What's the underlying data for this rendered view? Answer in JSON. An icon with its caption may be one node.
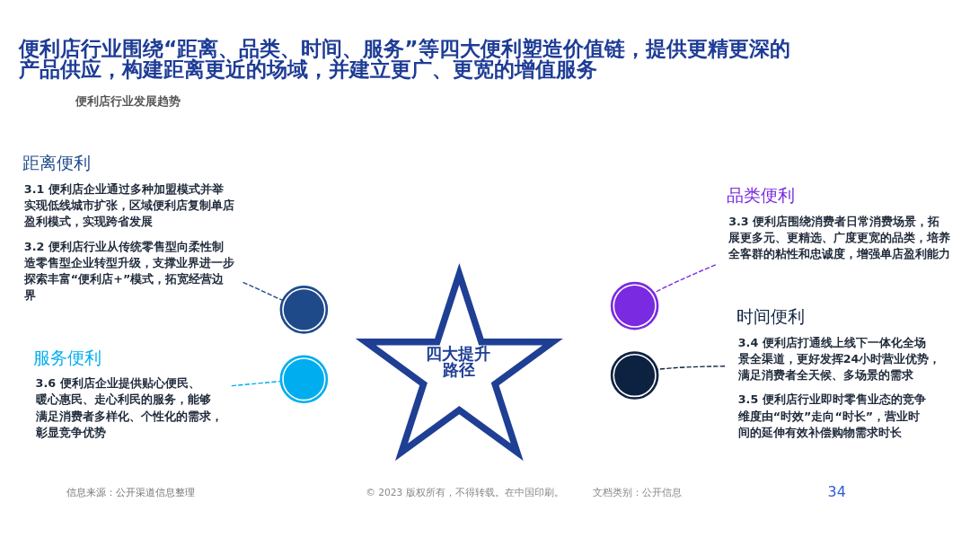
{
  "diagram": {
    "title": "便利店行业围绕“距离、品类、时间、服务”等四大便利塑造价值链，提供更精更深的产品供应，构建距离更近的场域，并建立更广、更宽的增值服务",
    "nodes": [
      {
        "text": [
          "距离便利",
          "3.1 便利店企业通过多种加盟模式并举实现低线城市扩张，区域便利店复制单店盈利模式，实现跨省发展",
          "3.2 便利店行业从传统零售型向柔性制造零售型企业转型升级，支撑业界进一步探索丰富“便利店+”模式，拓宽经营边界"
        ]
      },
      {
        "text": [],
        "shape": "circle"
      },
      {
        "text": [],
        "shape": "circle"
      },
      {
        "text": [
          "品类便利",
          "3.3 便利店围绕消费者日常消费场景，拓展更多元、更精选、广度更宽的品类，培养全客群的粘性和忠诚度，增强单店盈利能力"
        ]
      },
      {
        "text": [
          "四大提升路径"
        ]
      },
      {
        "text": [],
        "shape": "circle"
      },
      {
        "text": [],
        "shape": "circle"
      },
      {
        "text": [
          "服务便利",
          "3.6 便利店企业提供贴心便民、暖心惠民、走心利民的服务，能够满足消费者多样化、个性化的需求，彰显竞争优势"
        ]
      },
      {
        "text": [
          "时间便利",
          "3.4 便利店打通线上线下一体化全场景全渠道，更好发挥24小时营业优势，满足消费者全天候、多场景的需求",
          "3.5 便利店行业即时零售业态的竞争维度由“时效”走向“时长”，营业时间的延伸有效补偿购物需求时长"
        ]
      }
    ],
    "edges": [
      {
        "from": 0,
        "to": 1,
        "arrow": "none",
        "style": "dashed",
        "color": "#1f4a8a"
      },
      {
        "from": 3,
        "to": 2,
        "arrow": "none",
        "style": "dashed",
        "color": "#7a2ae0"
      },
      {
        "from": 7,
        "to": 5,
        "arrow": "none",
        "style": "dashed",
        "color": "#00aeef"
      },
      {
        "from": 8,
        "to": 6,
        "arrow": "none",
        "style": "dashed",
        "color": "#0d2240"
      }
    ],
    "labels": [
      "便利店行业发展趋势",
      "信息来源：公开渠道信息整理",
      "© 2023 版权所有，不得转载。在中国印刷。",
      "文档类别：公开信息",
      "34"
    ]
  }
}
